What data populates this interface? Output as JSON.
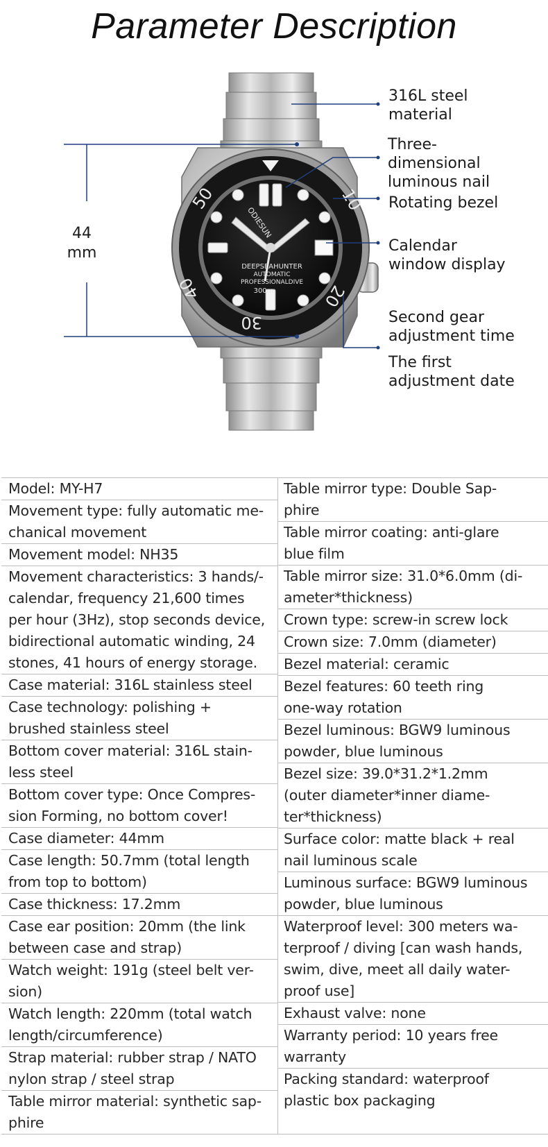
{
  "page": {
    "title": "Parameter Description"
  },
  "diagram": {
    "dimension_label": "44\nmm",
    "brand": "ODIESUN",
    "dial_lines": [
      "DEEPSEAHUNTER",
      "AUTOMATIC",
      "PROFESSIONALDIVE",
      "300m"
    ],
    "bezel_numbers": [
      "50",
      "40",
      "30",
      "20",
      "10"
    ],
    "callouts": [
      {
        "id": "steel",
        "text": "316L steel\nmaterial"
      },
      {
        "id": "nail",
        "text": "Three-\ndimensional\nluminous nail"
      },
      {
        "id": "bezel",
        "text": "Rotating bezel"
      },
      {
        "id": "calendar",
        "text": "Calendar\nwindow display"
      },
      {
        "id": "second-gear",
        "text": "Second gear\nadjustment time"
      },
      {
        "id": "first-adj",
        "text": "The first\nadjustment date"
      }
    ],
    "colors": {
      "line": "#1f3f7a",
      "dial": "#0c0c0c",
      "steel": "#c9c9c9"
    }
  },
  "specs": {
    "left": [
      "Model: MY-H7",
      "Movement type: fully automatic me-\nchanical movement",
      "Movement model: NH35",
      "Movement characteristics: 3 hands/-\ncalendar, frequency 21,600 times\nper hour (3Hz), stop seconds device,\nbidirectional automatic winding, 24\nstones, 41 hours of energy storage.",
      "Case material: 316L stainless steel",
      "Case technology: polishing +\nbrushed stainless steel",
      "Bottom cover material: 316L stain-\nless steel",
      "Bottom cover type: Once Compres-\nsion Forming, no bottom cover!",
      "Case diameter: 44mm",
      "Case length: 50.7mm (total length\nfrom top to bottom)",
      "Case thickness: 17.2mm",
      "Case ear position: 20mm (the link\nbetween case and strap)",
      "Watch weight: 191g (steel belt ver-\nsion)",
      "Watch length: 220mm (total watch\nlength/circumference)",
      "Strap material: rubber strap / NATO\nnylon strap / steel strap",
      "Table mirror material: synthetic sap-\nphire"
    ],
    "right": [
      "Table mirror type: Double Sap-\nphire",
      "Table mirror coating: anti-glare\nblue film",
      "Table mirror size: 31.0*6.0mm (di-\nameter*thickness)",
      "Crown type: screw-in screw lock",
      "Crown size: 7.0mm (diameter)",
      "Bezel material: ceramic",
      "Bezel features: 60 teeth ring\none-way rotation",
      "Bezel luminous: BGW9 luminous\npowder, blue luminous",
      "Bezel size: 39.0*31.2*1.2mm\n(outer diameter*inner diame-\nter*thickness)",
      "Surface color: matte black + real\nnail luminous scale",
      "Luminous surface: BGW9 luminous\npowder, blue luminous",
      "Waterproof level: 300 meters wa-\nterproof / diving [can wash hands,\nswim, dive, meet all daily water-\nproof use]",
      "Exhaust valve: none",
      "Warranty period: 10 years free\nwarranty",
      "Packing standard: waterproof\nplastic box packaging"
    ]
  }
}
